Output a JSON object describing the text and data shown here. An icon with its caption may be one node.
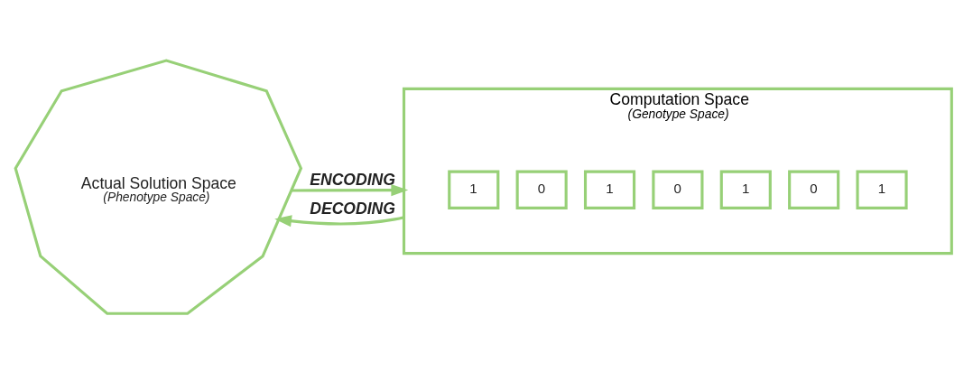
{
  "diagram": {
    "nodes": [
      {
        "text": [
          "Actual Solution Space",
          "(Phenotype Space)"
        ]
      },
      {
        "text": [
          "Computation Space",
          "(Genotype Space)"
        ]
      },
      {
        "text": [
          "1"
        ],
        "in": 1
      },
      {
        "text": [
          "0"
        ],
        "in": 1
      },
      {
        "text": [
          "1"
        ],
        "in": 1
      },
      {
        "text": [
          "0"
        ],
        "in": 1
      },
      {
        "text": [
          "1"
        ],
        "in": 1
      },
      {
        "text": [
          "0"
        ],
        "in": 1
      },
      {
        "text": [
          "1"
        ],
        "in": 1
      }
    ],
    "edges": [
      {
        "from": 0,
        "to": 1,
        "arrow": "to",
        "label": "ENCODING"
      },
      {
        "from": 1,
        "to": 0,
        "arrow": "to",
        "label": "DECODING"
      }
    ]
  }
}
